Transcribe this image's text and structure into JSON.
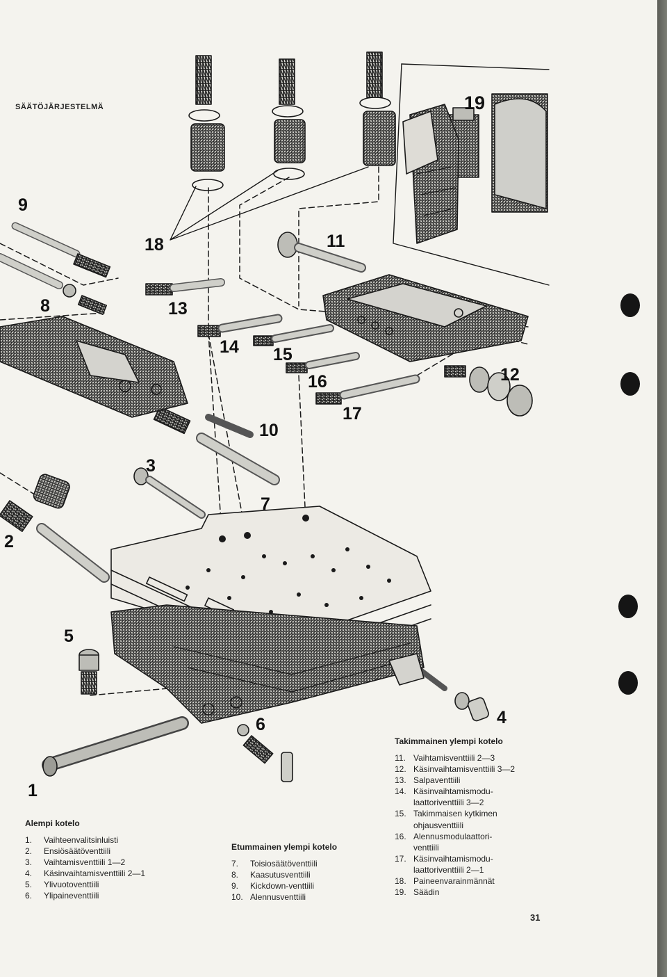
{
  "section_title": "SÄÄTÖJÄRJESTELMÄ",
  "page_number": "31",
  "callouts": [
    "19",
    "9",
    "18",
    "11",
    "8",
    "13",
    "14",
    "15",
    "12",
    "16",
    "17",
    "10",
    "3",
    "7",
    "2",
    "5",
    "4",
    "6",
    "1"
  ],
  "legend_lower": {
    "title": "Alempi kotelo",
    "items": [
      {
        "num": "1.",
        "text": "Vaihteenvalitsinluisti"
      },
      {
        "num": "2.",
        "text": "Ensiösäätöventtiili"
      },
      {
        "num": "3.",
        "text": "Vaihtamisventtiili 1—2"
      },
      {
        "num": "4.",
        "text": "Käsinvaihtamisventtiili 2—1"
      },
      {
        "num": "5.",
        "text": "Ylivuotoventtiili"
      },
      {
        "num": "6.",
        "text": "Ylipaineventtiili"
      }
    ]
  },
  "legend_front": {
    "title": "Etummainen ylempi kotelo",
    "items": [
      {
        "num": "7.",
        "text": "Toisiosäätöventtiili"
      },
      {
        "num": "8.",
        "text": "Kaasutusventtiili"
      },
      {
        "num": "9.",
        "text": "Kickdown-venttiili"
      },
      {
        "num": "10.",
        "text": "Alennusventtiili"
      }
    ]
  },
  "legend_rear": {
    "title": "Takimmainen ylempi kotelo",
    "items": [
      {
        "num": "11.",
        "text": "Vaihtamisventtiili 2—3"
      },
      {
        "num": "12.",
        "text": "Käsinvaihtamisventtiili 3—2"
      },
      {
        "num": "13.",
        "text": "Salpaventtiili"
      },
      {
        "num": "14.",
        "text": "Käsinvaihtamismodu-\nlaattoriventtiili 3—2"
      },
      {
        "num": "15.",
        "text": "Takimmaisen kytkimen\nohjausventtiili"
      },
      {
        "num": "16.",
        "text": "Alennusmodulaattori-\nventtiili"
      },
      {
        "num": "17.",
        "text": "Käsinvaihtamismodu-\nlaattoriventtiili 2—1"
      },
      {
        "num": "18.",
        "text": "Paineenvarainmännät"
      },
      {
        "num": "19.",
        "text": "Säädin"
      }
    ]
  }
}
